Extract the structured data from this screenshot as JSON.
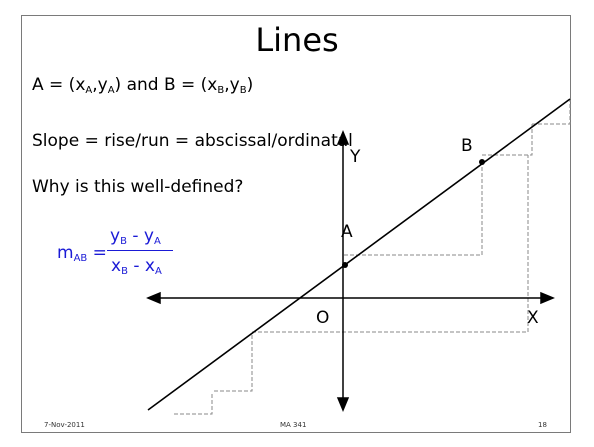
{
  "slide": {
    "title": "Lines",
    "line1": {
      "prefix": "A = (x",
      "sub_xa": "A",
      "comma1": ",y",
      "sub_ya": "A",
      "middle": ") and B = (x",
      "sub_xb": "B",
      "comma2": ",y",
      "sub_yb": "B",
      "suffix": ")"
    },
    "line2": "Slope = rise/run = abscissal/ordinatal",
    "line3": "Why is this well-defined?",
    "formula": {
      "m": "m",
      "m_sub": "AB",
      "equals": " =",
      "num_y1": "y",
      "num_s1": "B",
      "num_mid": " - y",
      "num_s2": "A",
      "den_x1": "x",
      "den_s1": "B",
      "den_mid": " - x",
      "den_s2": "A",
      "color": "#1a1ad6"
    },
    "diagram": {
      "label_y": "Y",
      "label_x": "X",
      "label_o": "O",
      "label_a": "A",
      "label_b": "B"
    },
    "footer": {
      "date": "7-Nov-2011",
      "course": "MA 341",
      "page": "18"
    }
  }
}
